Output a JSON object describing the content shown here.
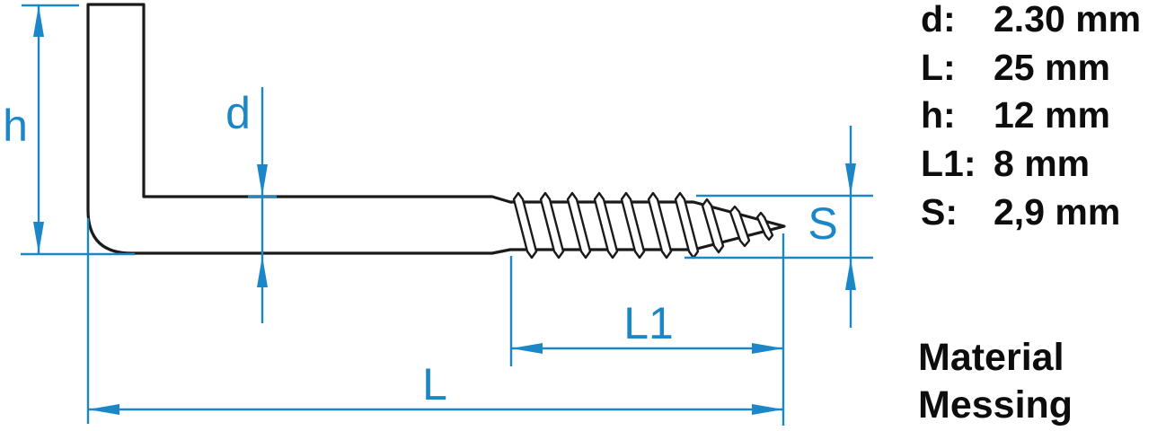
{
  "colors": {
    "accent": "#1b87c8",
    "ink": "#1a1a1a"
  },
  "diagram": {
    "labels": {
      "h": "h",
      "d": "d",
      "s": "S",
      "l1": "L1",
      "l": "L"
    }
  },
  "specs": {
    "rows": [
      {
        "label": "d:",
        "value": "2.30 mm"
      },
      {
        "label": "L:",
        "value": "25 mm"
      },
      {
        "label": "h:",
        "value": "12 mm"
      },
      {
        "label": "L1:",
        "value": "8 mm"
      },
      {
        "label": "S:",
        "value": "2,9 mm"
      }
    ]
  },
  "material": {
    "line1": "Material",
    "line2": "Messing"
  }
}
